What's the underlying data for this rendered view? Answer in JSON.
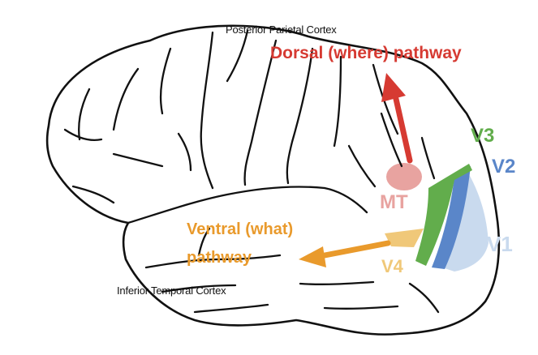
{
  "labels": {
    "posterior_parietal": "Posterior Parietal Cortex",
    "dorsal": "Dorsal (where) pathway",
    "ventral_line1": "Ventral (what)",
    "ventral_line2": "pathway",
    "inferior_temporal": "Inferior Temporal Cortex",
    "mt": "MT",
    "v4": "V4",
    "v3": "V3",
    "v2": "V2",
    "v1": "V1"
  },
  "colors": {
    "outline": "#111111",
    "dorsal": "#d63a32",
    "ventral": "#e99a2c",
    "mt": "#e8a3a0",
    "v4": "#f0c879",
    "v3": "#62ad4c",
    "v2": "#5a86c9",
    "v1": "#c9daee"
  }
}
